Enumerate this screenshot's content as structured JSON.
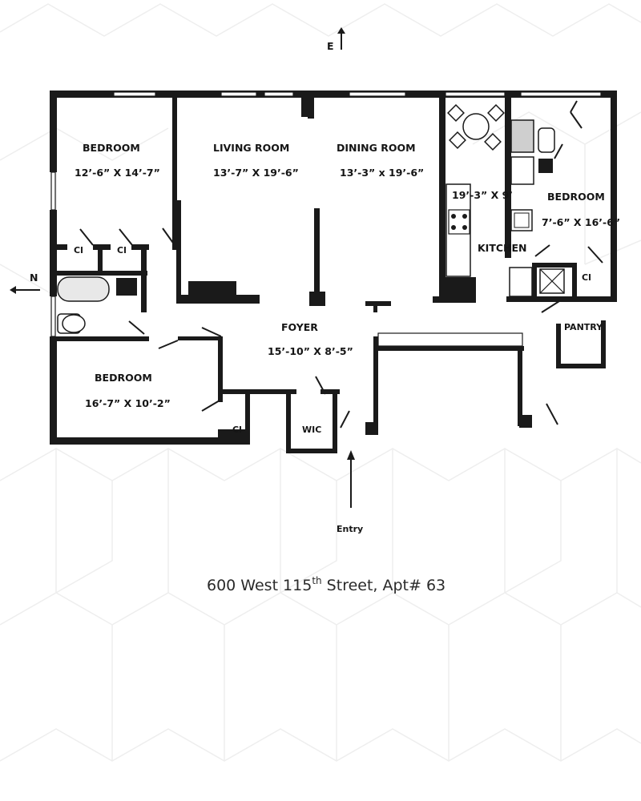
{
  "compass": {
    "east": "E",
    "north": "N"
  },
  "rooms": {
    "bedroom_nw": {
      "name": "BEDROOM",
      "dims": "12’-6” X 14’-7”"
    },
    "living": {
      "name": "LIVING ROOM",
      "dims": "13’-7” X 19’-6”"
    },
    "dining": {
      "name": "DINING ROOM",
      "dims": "13’-3” x 19’-6”"
    },
    "kitchen": {
      "name": "KITCHEN",
      "dims": "19’-3” X 9’"
    },
    "bedroom_ne": {
      "name": "BEDROOM",
      "dims": "7’-6” X 16’-6”"
    },
    "bedroom_sw": {
      "name": "BEDROOM",
      "dims": "16’-7” X 10’-2”"
    },
    "foyer": {
      "name": "FOYER",
      "dims": "15’-10” X 8’-5”"
    }
  },
  "closets": {
    "cl1": "Cl",
    "cl2": "Cl",
    "cl3": "Cl",
    "cl4": "Cl",
    "wic": "WIC",
    "pantry": "PANTRY"
  },
  "entry": "Entry",
  "address": {
    "prefix": "600 West 115",
    "sup": "th",
    "suffix": " Street, Apt# 63"
  }
}
